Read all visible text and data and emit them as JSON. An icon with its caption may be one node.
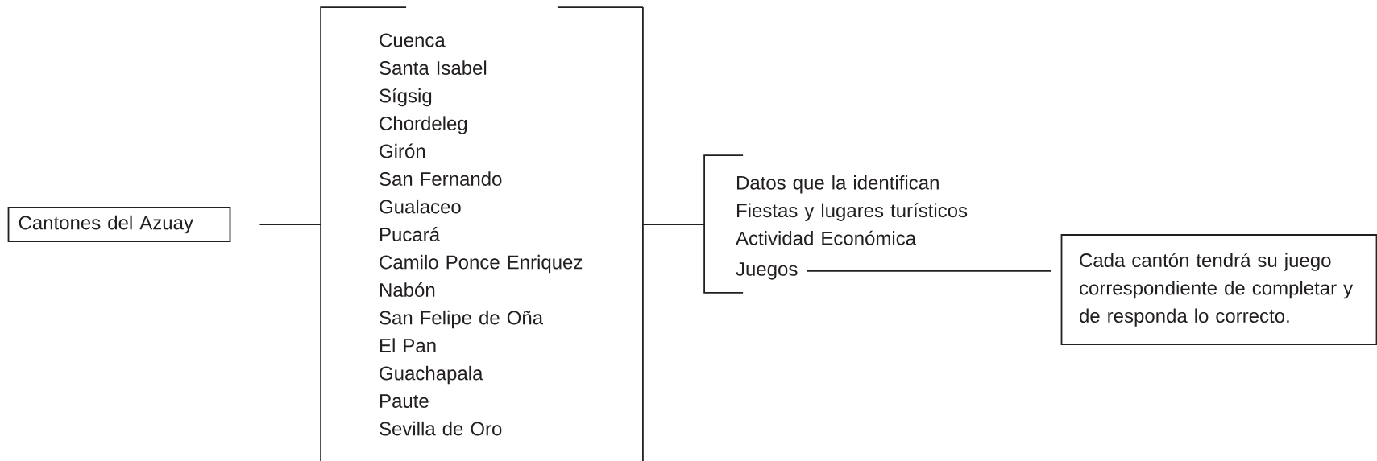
{
  "diagram": {
    "nodes": [
      {
        "text": [
          "Cantones del Azuay"
        ]
      },
      {
        "text": [
          "Cuenca",
          "Santa Isabel",
          "Sígsig",
          "Chordeleg",
          "Girón",
          "San Fernando",
          "Gualaceo",
          "Pucará",
          "Camilo Ponce Enriquez",
          "Nabón",
          "San Felipe de Oña",
          "El Pan",
          "Guachapala",
          "Paute",
          "Sevilla de Oro"
        ]
      },
      {
        "text": [
          "Datos que la identifican",
          "Fiestas y lugares turísticos",
          "Actividad Económica"
        ]
      },
      {
        "text": [
          "Juegos"
        ],
        "in": 2
      },
      {
        "text": [
          "Cada cantón tendrá su juego correspondiente de completar y de responda lo correcto."
        ]
      }
    ],
    "edges": [
      {
        "from": 0,
        "to": 1,
        "arrow": "none"
      },
      {
        "from": 1,
        "to": 2,
        "arrow": "none"
      },
      {
        "from": 3,
        "to": 4,
        "arrow": "none"
      }
    ]
  }
}
